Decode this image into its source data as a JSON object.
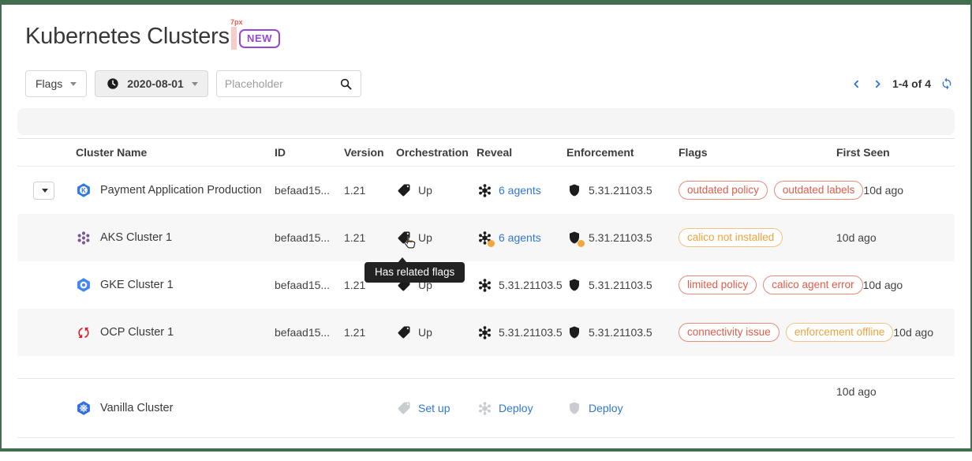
{
  "page": {
    "title": "Kubernetes Clusters",
    "annotation": {
      "label": "7px"
    },
    "new_badge": "NEW"
  },
  "toolbar": {
    "flags_filter": {
      "label": "Flags"
    },
    "date_filter": {
      "label": "2020-08-01"
    },
    "search": {
      "placeholder": "Placeholder"
    }
  },
  "pagination": {
    "range": "1-4 of 4"
  },
  "colors": {
    "frame_green": "#406e4e",
    "link_blue": "#2f77d1",
    "error_red": "#e25c49",
    "warning_orange": "#f0a73e",
    "badge_purple": "#9747d8"
  },
  "table": {
    "headers": [
      "Cluster Name",
      "ID",
      "Version",
      "Orchestration",
      "Reveal",
      "Enforcement",
      "Flags",
      "First Seen"
    ],
    "rows": [
      {
        "icon": "payment-cluster-icon",
        "name": "Payment Application Production",
        "id": "befaad15...",
        "version": "1.21",
        "orchestration": {
          "text": "Up",
          "type": "plain"
        },
        "reveal": {
          "text": "6 agents",
          "type": "link"
        },
        "enforcement": {
          "text": "5.31.21103.5",
          "type": "plain"
        },
        "flags": [
          {
            "label": "outdated policy",
            "severity": "error"
          },
          {
            "label": "outdated labels",
            "severity": "error"
          }
        ],
        "first_seen": "10d ago"
      },
      {
        "icon": "aks-cluster-icon",
        "name": "AKS Cluster 1",
        "id": "befaad15...",
        "version": "1.21",
        "orchestration": {
          "text": "Up",
          "type": "plain",
          "warning_dot": true,
          "tooltip": "Has related flags"
        },
        "reveal": {
          "text": "6 agents",
          "type": "link",
          "warning_dot": true
        },
        "enforcement": {
          "text": "5.31.21103.5",
          "type": "plain",
          "warning_dot": true
        },
        "flags": [
          {
            "label": "calico not installed",
            "severity": "warning"
          }
        ],
        "first_seen": "10d ago"
      },
      {
        "icon": "gke-cluster-icon",
        "name": "GKE Cluster 1",
        "id": "befaad15...",
        "version": "1.21",
        "orchestration": {
          "text": "Up",
          "type": "plain"
        },
        "reveal": {
          "text": "5.31.21103.5",
          "type": "plain"
        },
        "enforcement": {
          "text": "5.31.21103.5",
          "type": "plain"
        },
        "flags": [
          {
            "label": "limited policy",
            "severity": "error"
          },
          {
            "label": "calico agent error",
            "severity": "error"
          }
        ],
        "first_seen": "10d ago"
      },
      {
        "icon": "ocp-cluster-icon",
        "name": "OCP Cluster 1",
        "id": "befaad15...",
        "version": "1.21",
        "orchestration": {
          "text": "Up",
          "type": "plain"
        },
        "reveal": {
          "text": "5.31.21103.5",
          "type": "plain"
        },
        "enforcement": {
          "text": "5.31.21103.5",
          "type": "plain"
        },
        "flags": [
          {
            "label": "connectivity issue",
            "severity": "error"
          },
          {
            "label": "enforcement offline",
            "severity": "warning"
          }
        ],
        "first_seen": "10d ago"
      },
      {
        "icon": "vanilla-cluster-icon",
        "name": "Vanilla Cluster",
        "id": "",
        "version": "",
        "orchestration": {
          "text": "Set up",
          "type": "link"
        },
        "reveal": {
          "text": "Deploy",
          "type": "link"
        },
        "enforcement": {
          "text": "Deploy",
          "type": "link"
        },
        "flags": [],
        "first_seen": "10d ago"
      }
    ]
  }
}
